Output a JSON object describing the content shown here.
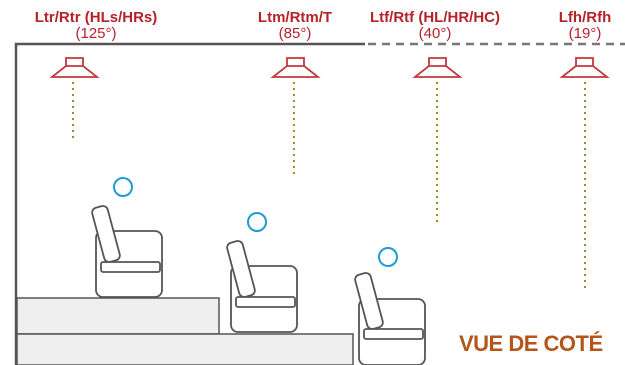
{
  "speakers": [
    {
      "name": "Ltr/Rtr (HLs/HRs)",
      "angle": "(125°)"
    },
    {
      "name": "Ltm/Rtm/T",
      "angle": "(85°)"
    },
    {
      "name": "Ltf/Rtf (HL/HR/HC)",
      "angle": "(40°)"
    },
    {
      "name": "Lfh/Rfh",
      "angle": "(19°)"
    }
  ],
  "view_label": "VUE DE COTÉ",
  "colors": {
    "label": "#b5222a",
    "speaker": "#c0393e",
    "dots": "#a8892a",
    "head": "#1e9ad6",
    "wall": "#555555",
    "chair": "#555555",
    "riser_fill": "#efefef"
  }
}
